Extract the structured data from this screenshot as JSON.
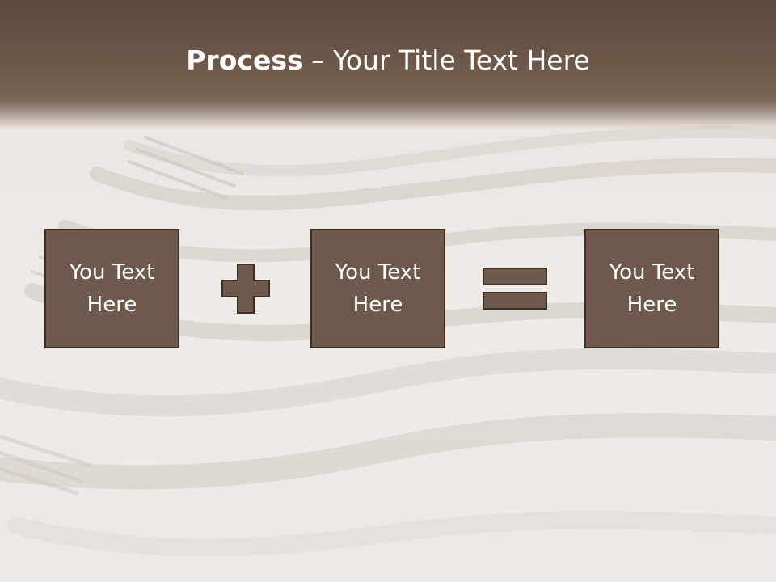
{
  "slide": {
    "title_bold": "Process",
    "title_rest": " – Your Title Text Here",
    "boxes": [
      {
        "label": "You Text Here"
      },
      {
        "label": "You Text Here"
      },
      {
        "label": "You Text Here"
      }
    ],
    "operators": [
      "plus-icon",
      "equals-icon"
    ]
  },
  "colors": {
    "header": "#5c4a3d",
    "box_fill": "#6e5a4c",
    "box_border": "#3e2f26",
    "text": "#ffffff"
  }
}
